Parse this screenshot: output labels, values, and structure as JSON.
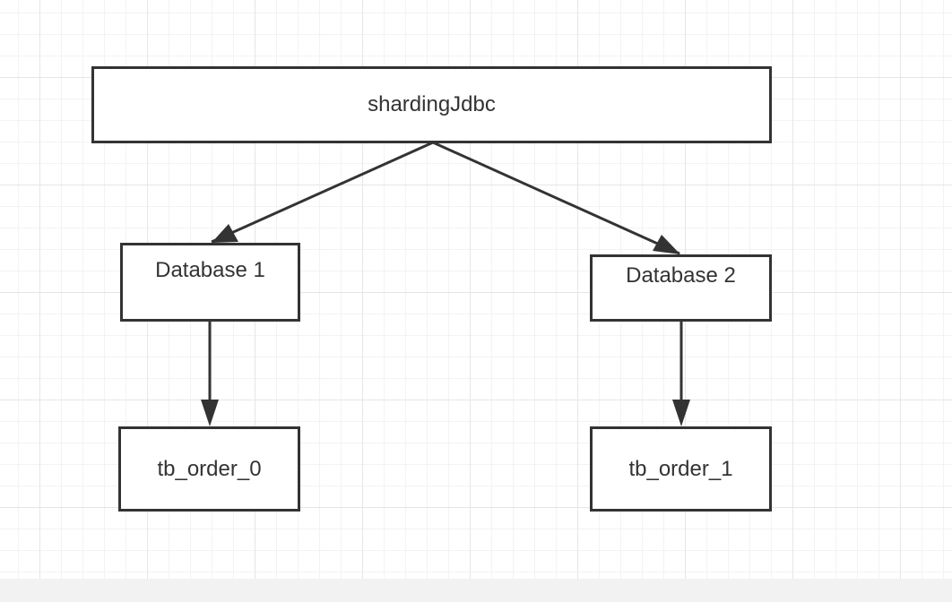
{
  "diagram": {
    "nodes": {
      "sharding": "shardingJdbc",
      "database_1": "Database 1",
      "database_2": "Database 2",
      "order_0": "tb_order_0",
      "order_1": "tb_order_1"
    },
    "edges": [
      {
        "from": "shardingJdbc",
        "to": "Database 1"
      },
      {
        "from": "shardingJdbc",
        "to": "Database 2"
      },
      {
        "from": "Database 1",
        "to": "tb_order_0"
      },
      {
        "from": "Database 2",
        "to": "tb_order_1"
      }
    ]
  },
  "colors": {
    "stroke": "#333333",
    "text": "#333333",
    "grid_major": "#e6e6e6",
    "grid_minor": "#f3f3f3",
    "footer": "#f2f2f2"
  }
}
